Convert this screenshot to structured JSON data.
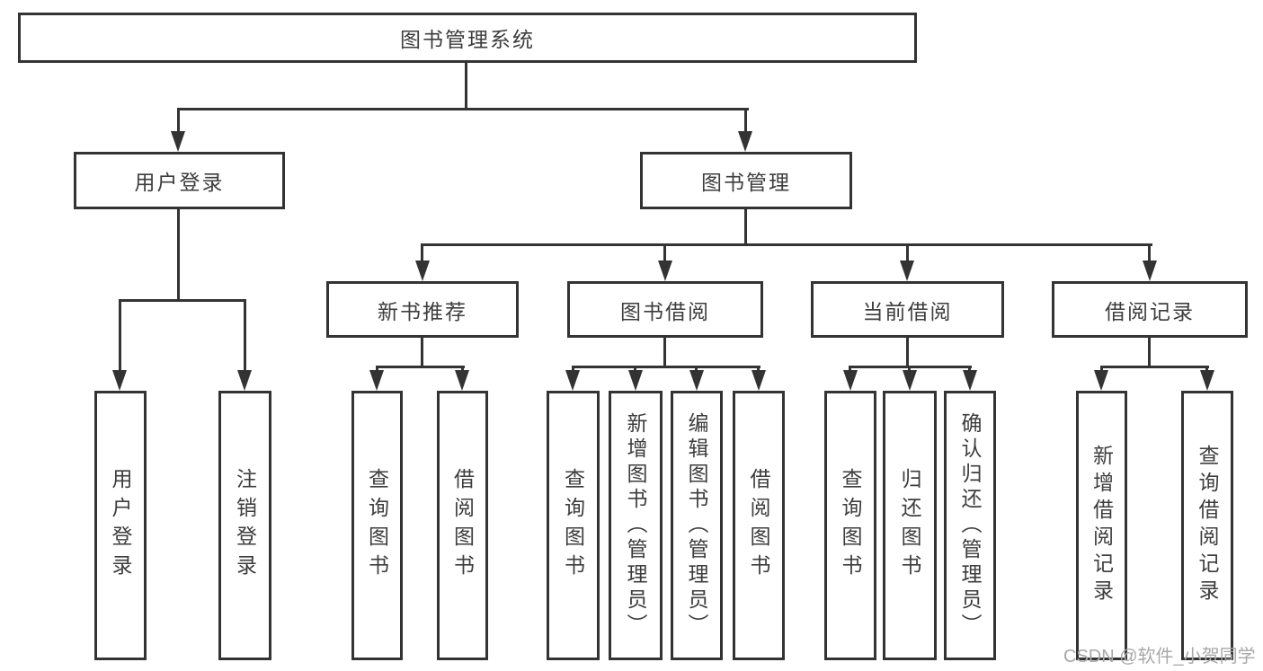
{
  "nodes": {
    "root": {
      "label": "图书管理系统"
    },
    "user_login": {
      "label": "用户登录"
    },
    "book_management": {
      "label": "图书管理"
    },
    "new_book_recommend": {
      "label": "新书推荐"
    },
    "book_borrow": {
      "label": "图书借阅"
    },
    "current_borrow": {
      "label": "当前借阅"
    },
    "borrow_records": {
      "label": "借阅记录"
    },
    "u_login": {
      "label": "用户登录"
    },
    "u_logout": {
      "label": "注销登录"
    },
    "rec_query": {
      "label": "查询图书"
    },
    "rec_borrow": {
      "label": "借阅图书"
    },
    "bb_query": {
      "label": "查询图书"
    },
    "bb_add": {
      "label": "新增图书（管理员）"
    },
    "bb_edit": {
      "label": "编辑图书（管理员）"
    },
    "bb_borrow": {
      "label": "借阅图书"
    },
    "cb_query": {
      "label": "查询图书"
    },
    "cb_return": {
      "label": "归还图书"
    },
    "cb_confirm": {
      "label": "确认归还（管理员）"
    },
    "br_add": {
      "label": "新增借阅记录"
    },
    "br_query": {
      "label": "查询借阅记录"
    }
  },
  "hierarchy": {
    "图书管理系统": {
      "用户登录": [
        "用户登录",
        "注销登录"
      ],
      "图书管理": {
        "新书推荐": [
          "查询图书",
          "借阅图书"
        ],
        "图书借阅": [
          "查询图书",
          "新增图书（管理员）",
          "编辑图书（管理员）",
          "借阅图书"
        ],
        "当前借阅": [
          "查询图书",
          "归还图书",
          "确认归还（管理员）"
        ],
        "借阅记录": [
          "新增借阅记录",
          "查询借阅记录"
        ]
      }
    }
  },
  "watermark": {
    "text": "CSDN @软件_小贺同学"
  },
  "colors": {
    "line": "#333333",
    "text": "#3d3d3d",
    "watermark": "#a9a9a9",
    "background": "#ffffff"
  }
}
